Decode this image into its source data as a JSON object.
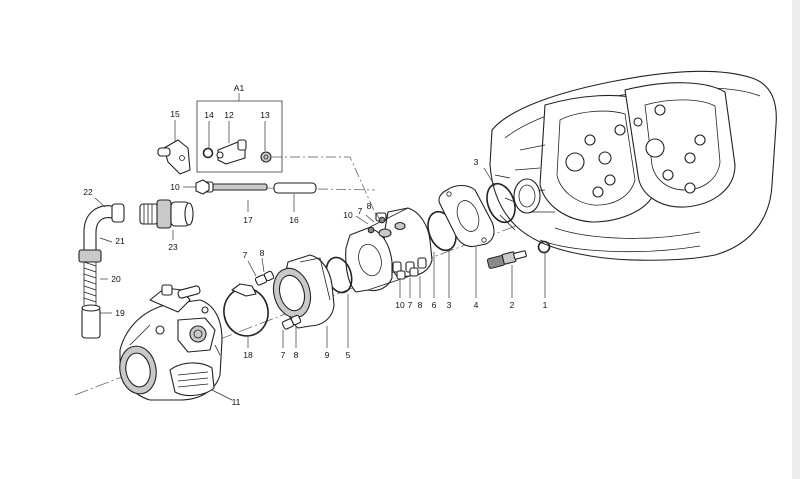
{
  "diagram": {
    "group_label": "A1",
    "callouts": {
      "c1": "1",
      "c2": "2",
      "c3a": "3",
      "c3b": "3",
      "c4": "4",
      "c5": "5",
      "c6": "6",
      "c7a": "7",
      "c7b": "7",
      "c7c": "7",
      "c7d": "7",
      "c8a": "8",
      "c8b": "8",
      "c8c": "8",
      "c8d": "8",
      "c9": "9",
      "c10a": "10",
      "c10b": "10",
      "c10c": "10",
      "c11": "11",
      "c12": "12",
      "c13": "13",
      "c14": "14",
      "c15": "15",
      "c16": "16",
      "c17": "17",
      "c18": "18",
      "c19": "19",
      "c20": "20",
      "c21": "21",
      "c22": "22",
      "c23": "23"
    }
  }
}
